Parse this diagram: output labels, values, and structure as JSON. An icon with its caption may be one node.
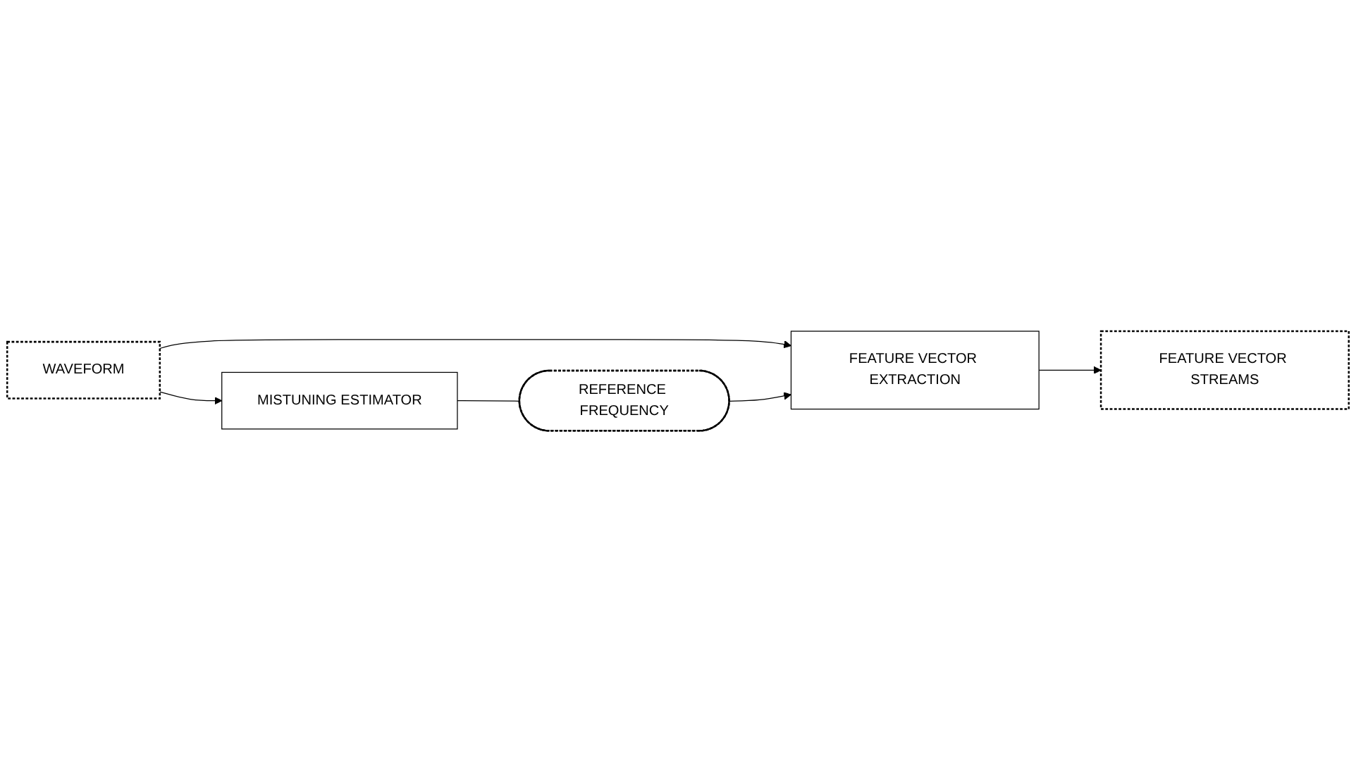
{
  "diagram": {
    "nodes": [
      {
        "text": [
          "WAVEFORM"
        ]
      },
      {
        "text": [
          "FEATURE VECTOR EXTRACTION"
        ]
      },
      {
        "text": [
          "MISTUNING ESTIMATOR"
        ]
      },
      {
        "text": [
          "REFERENCE FREQUENCY"
        ]
      },
      {
        "text": [
          "FEATURE VECTOR STREAMS"
        ]
      }
    ],
    "edges": [
      {
        "from": 0,
        "to": 1,
        "arrow": "to"
      },
      {
        "from": 0,
        "to": 2,
        "arrow": "to"
      },
      {
        "from": 2,
        "to": 3,
        "arrow": "none"
      },
      {
        "from": 3,
        "to": 1,
        "arrow": "to"
      },
      {
        "from": 1,
        "to": 4,
        "arrow": "to"
      }
    ]
  }
}
